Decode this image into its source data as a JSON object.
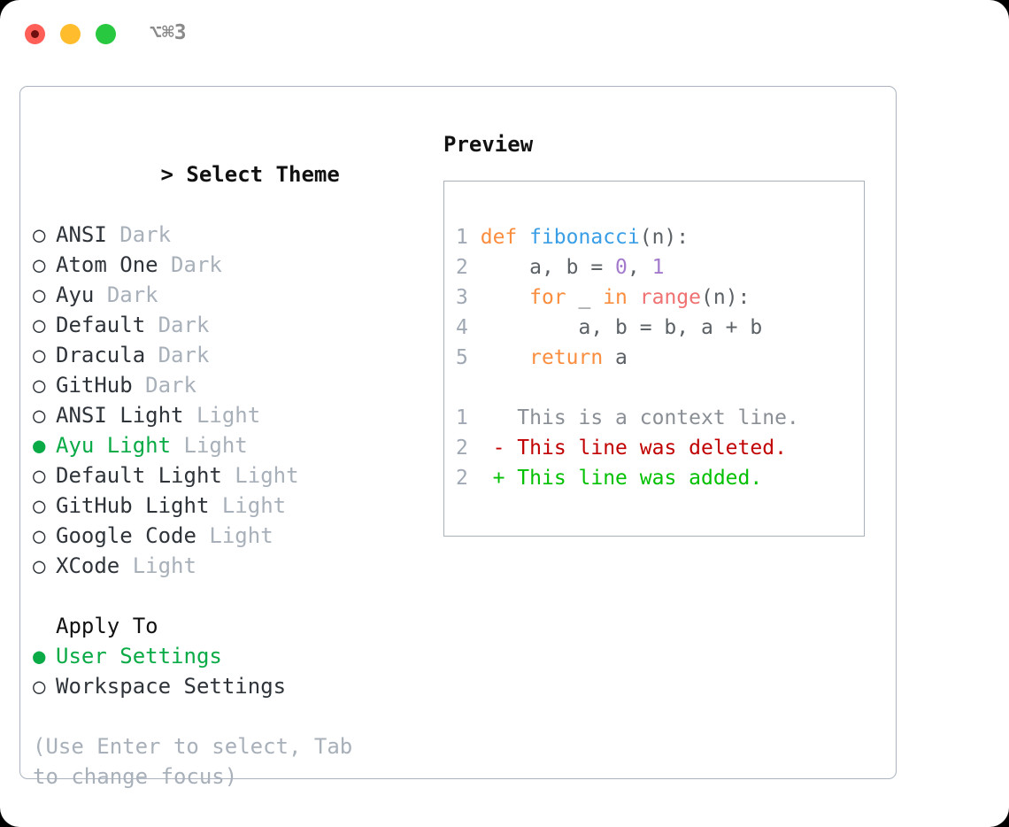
{
  "titlebar": {
    "shortcut": "⌥⌘3",
    "buttons": [
      "close",
      "minimize",
      "zoom"
    ]
  },
  "theme_list": {
    "header": "> Select Theme",
    "header_caret": ">",
    "header_text": "Select Theme",
    "marker_selected": "●",
    "marker_unselected": "○",
    "items": [
      {
        "marker": "○",
        "label": "ANSI",
        "suffix": "Dark",
        "selected": false
      },
      {
        "marker": "○",
        "label": "Atom One",
        "suffix": "Dark",
        "selected": false
      },
      {
        "marker": "○",
        "label": "Ayu",
        "suffix": "Dark",
        "selected": false
      },
      {
        "marker": "○",
        "label": "Default",
        "suffix": "Dark",
        "selected": false
      },
      {
        "marker": "○",
        "label": "Dracula",
        "suffix": "Dark",
        "selected": false
      },
      {
        "marker": "○",
        "label": "GitHub",
        "suffix": "Dark",
        "selected": false
      },
      {
        "marker": "○",
        "label": "ANSI Light",
        "suffix": "Light",
        "selected": false
      },
      {
        "marker": "●",
        "label": "Ayu Light",
        "suffix": "Light",
        "selected": true
      },
      {
        "marker": "○",
        "label": "Default Light",
        "suffix": "Light",
        "selected": false
      },
      {
        "marker": "○",
        "label": "GitHub Light",
        "suffix": "Light",
        "selected": false
      },
      {
        "marker": "○",
        "label": "Google Code",
        "suffix": "Light",
        "selected": false
      },
      {
        "marker": "○",
        "label": "XCode",
        "suffix": "Light",
        "selected": false
      }
    ]
  },
  "apply_to": {
    "header": "Apply To",
    "items": [
      {
        "marker": "●",
        "label": "User Settings",
        "selected": true
      },
      {
        "marker": "○",
        "label": "Workspace Settings",
        "selected": false
      }
    ]
  },
  "hint": "(Use Enter to select, Tab to change focus)",
  "preview": {
    "title": "Preview",
    "code_lines": [
      {
        "lineno": "1",
        "tokens": [
          {
            "text": "def ",
            "type": "keyword"
          },
          {
            "text": "fibonacci",
            "type": "function"
          },
          {
            "text": "(n):",
            "type": "plain"
          }
        ]
      },
      {
        "lineno": "2",
        "tokens": [
          {
            "text": "    a, b = ",
            "type": "plain"
          },
          {
            "text": "0",
            "type": "number"
          },
          {
            "text": ", ",
            "type": "plain"
          },
          {
            "text": "1",
            "type": "number"
          }
        ]
      },
      {
        "lineno": "3",
        "tokens": [
          {
            "text": "    ",
            "type": "plain"
          },
          {
            "text": "for",
            "type": "keyword"
          },
          {
            "text": " _ ",
            "type": "plain"
          },
          {
            "text": "in",
            "type": "keyword"
          },
          {
            "text": " ",
            "type": "plain"
          },
          {
            "text": "range",
            "type": "builtin"
          },
          {
            "text": "(n):",
            "type": "plain"
          }
        ]
      },
      {
        "lineno": "4",
        "tokens": [
          {
            "text": "        a, b = b, a + b",
            "type": "plain"
          }
        ]
      },
      {
        "lineno": "5",
        "tokens": [
          {
            "text": "    ",
            "type": "plain"
          },
          {
            "text": "return",
            "type": "keyword"
          },
          {
            "text": " a",
            "type": "plain"
          }
        ]
      }
    ],
    "diff_lines": [
      {
        "lineno": "1",
        "sign": " ",
        "text": "This is a context line.",
        "kind": "context"
      },
      {
        "lineno": "2",
        "sign": "-",
        "text": "This line was deleted.",
        "kind": "deleted"
      },
      {
        "lineno": "2",
        "sign": "+",
        "text": "This line was added.",
        "kind": "added"
      }
    ]
  },
  "colors": {
    "accent_green": "#0aab46",
    "muted": "#a8b0ba",
    "keyword": "#fa8d3e",
    "function": "#399ee6",
    "number": "#a37acc",
    "builtin": "#f07171",
    "plain": "#5c6166",
    "diff_deleted": "#c00000",
    "diff_added": "#00c000",
    "traffic_red": "#ff5f56",
    "traffic_yellow": "#ffbd2e",
    "traffic_green": "#28c840"
  }
}
